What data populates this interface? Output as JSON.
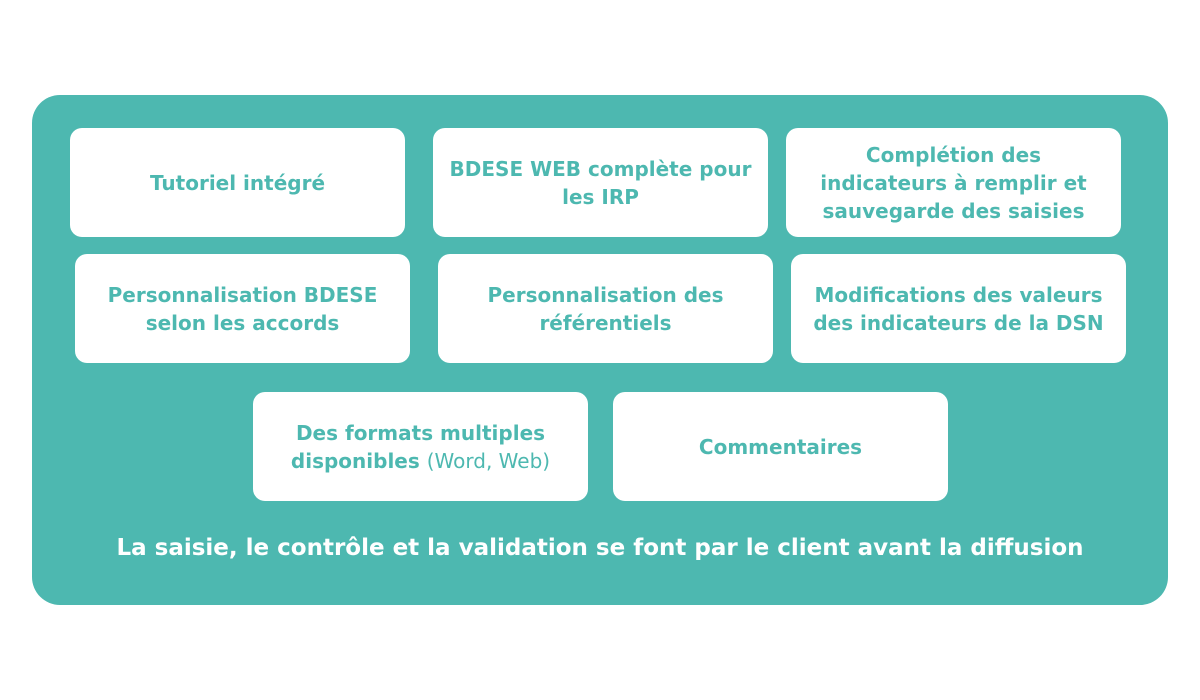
{
  "accent_color": "#4db8b0",
  "cards": [
    {
      "label": "Tutoriel intégré"
    },
    {
      "label": "BDESE WEB complète pour les IRP"
    },
    {
      "label": "Complétion des indicateurs à remplir et sauvegarde des saisies"
    },
    {
      "label": "Personnalisation BDESE selon les accords"
    },
    {
      "label": "Personnalisation des référentiels"
    },
    {
      "label": "Modifications des valeurs des indicateurs de la DSN"
    },
    {
      "label": "Des formats multiples disponibles",
      "suffix": "(Word, Web)"
    },
    {
      "label": "Commentaires"
    }
  ],
  "footer": "La saisie, le contrôle et la validation se font par le client avant la diffusion"
}
